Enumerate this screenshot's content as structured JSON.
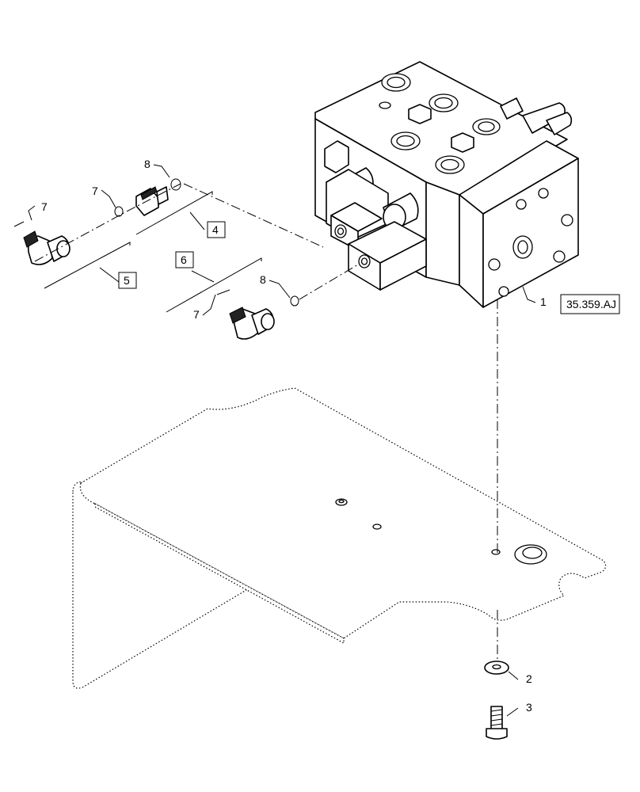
{
  "callouts": {
    "c1": "1",
    "c2": "2",
    "c3": "3",
    "c4": "4",
    "c5": "5",
    "c6": "6",
    "c7a": "7",
    "c7b": "7",
    "c8a": "8",
    "c8b": "8"
  },
  "reference": "35.359.AJ"
}
